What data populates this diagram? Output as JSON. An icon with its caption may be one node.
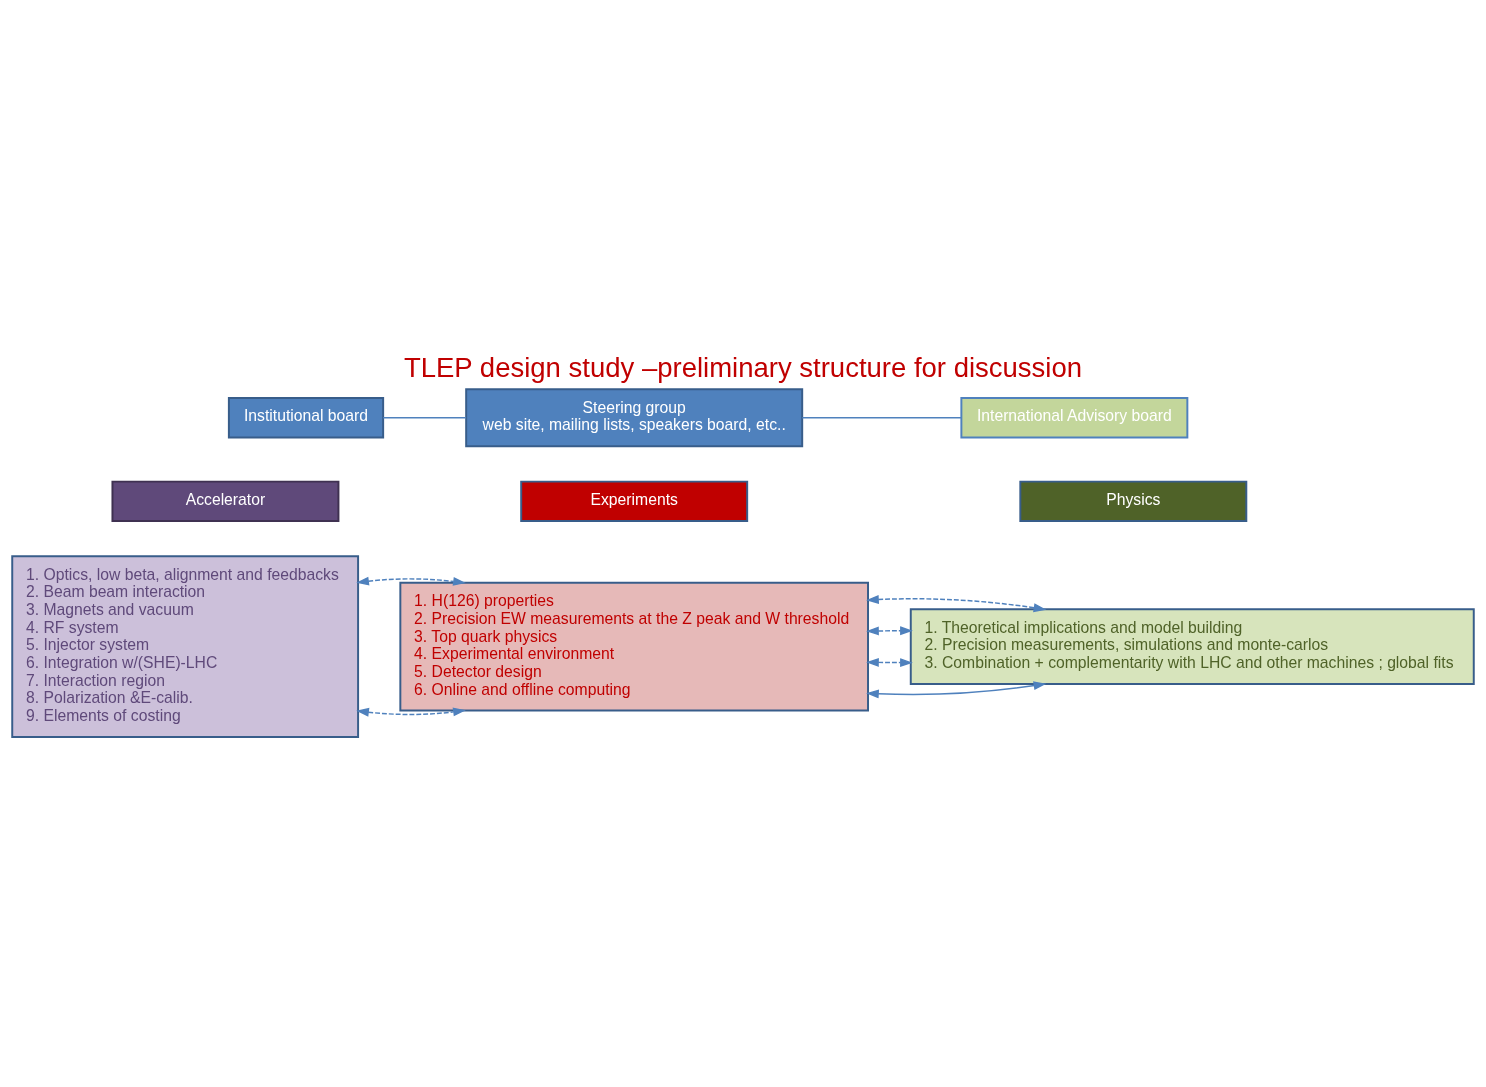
{
  "diagram": {
    "title": "TLEP design study –preliminary structure for discussion",
    "nodes": [
      {
        "text": [
          "Institutional board"
        ]
      },
      {
        "text": [
          "Steering group",
          "web site, mailing lists, speakers board, etc.."
        ]
      },
      {
        "text": [
          "International Advisory board"
        ]
      },
      {
        "text": [
          "Accelerator"
        ]
      },
      {
        "text": [
          "1. Optics, low beta, alignment and feedbacks",
          "2. Beam beam interaction",
          "3. Magnets and vacuum",
          "4. RF system",
          "5. Injector system",
          "6. Integration w/(SHE)-LHC",
          "7. Interaction region",
          "8. Polarization &E-calib.",
          "9. Elements of costing"
        ]
      },
      {
        "text": [
          "Experiments"
        ]
      },
      {
        "text": [
          "1. H(126) properties",
          "2. Precision EW measurements at the Z peak and W threshold",
          "3. Top quark physics",
          "4. Experimental environment",
          "5. Detector design",
          "6. Online and offline computing"
        ]
      },
      {
        "text": [
          "Physics"
        ]
      },
      {
        "text": [
          "1. Theoretical implications and model building",
          "2. Precision measurements, simulations and monte-carlos",
          "3. Combination + complementarity with LHC and other machines ; global fits"
        ]
      }
    ],
    "edges": [
      {
        "from": 0,
        "to": 1,
        "arrow": "none"
      },
      {
        "from": 1,
        "to": 2,
        "arrow": "none"
      },
      {
        "from": 4,
        "to": 6,
        "arrow": "both",
        "style": "dashed"
      },
      {
        "from": 4,
        "to": 6,
        "arrow": "both",
        "style": "dashed"
      },
      {
        "from": 6,
        "to": 8,
        "arrow": "both"
      },
      {
        "from": 6,
        "to": 8,
        "arrow": "both",
        "style": "dashed"
      },
      {
        "from": 6,
        "to": 8,
        "arrow": "both",
        "style": "dashed"
      },
      {
        "from": 6,
        "to": 8,
        "arrow": "both",
        "style": "dashed"
      }
    ]
  }
}
